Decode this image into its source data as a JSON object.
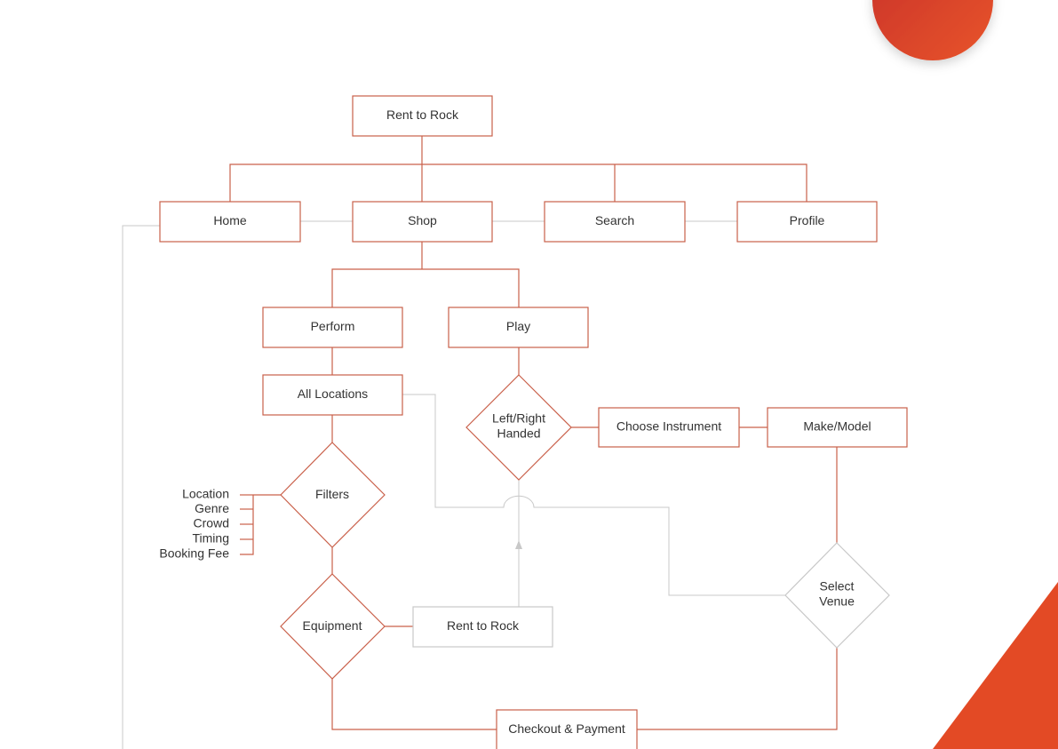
{
  "colors": {
    "accent": "#c9604a",
    "connector_light": "#c8c8c8",
    "decor_orange": "#e34a25",
    "decor_red": "#d23a24",
    "text": "#333333"
  },
  "nodes": {
    "root": "Rent to Rock",
    "home": "Home",
    "shop": "Shop",
    "search": "Search",
    "profile": "Profile",
    "perform": "Perform",
    "play": "Play",
    "all_locations": "All Locations",
    "left_right_1": "Left/Right",
    "left_right_2": "Handed",
    "choose_instrument": "Choose Instrument",
    "make_model": "Make/Model",
    "filters": "Filters",
    "equipment": "Equipment",
    "rent_to_rock_secondary": "Rent to Rock",
    "select_venue_1": "Select",
    "select_venue_2": "Venue",
    "checkout": "Checkout & Payment"
  },
  "filters": [
    "Location",
    "Genre",
    "Crowd",
    "Timing",
    "Booking Fee"
  ]
}
